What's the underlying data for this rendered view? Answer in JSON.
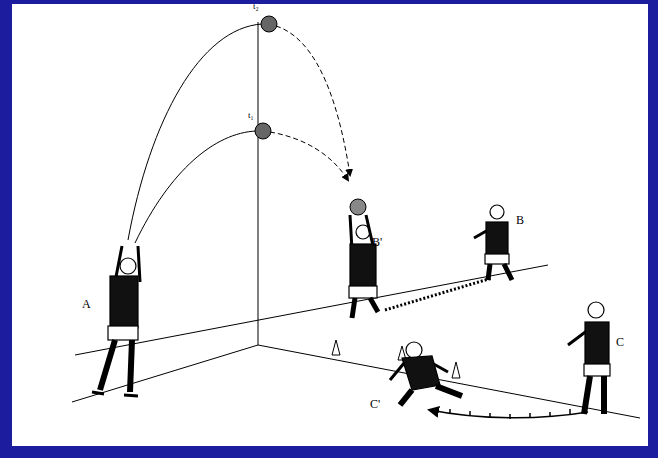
{
  "diagram": {
    "labels": [
      "t₂",
      "t₁",
      "A",
      "B'",
      "B",
      "C",
      "C'"
    ]
  }
}
